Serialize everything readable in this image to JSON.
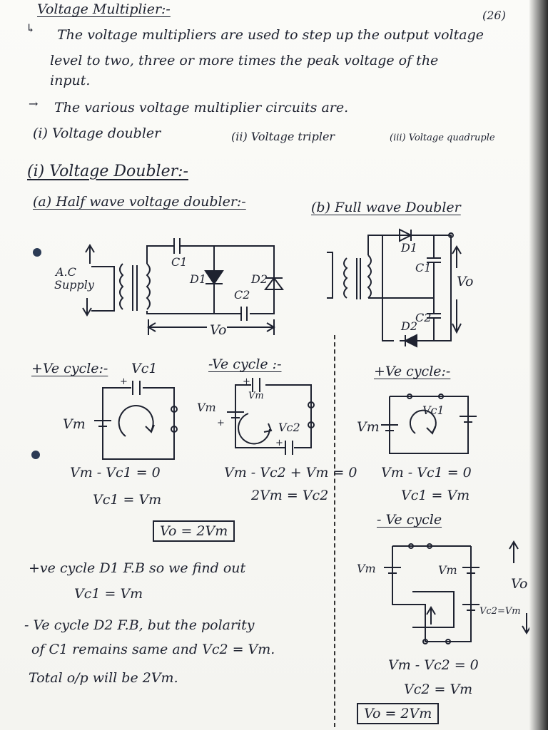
{
  "page": {
    "title": "Voltage Multiplier:-",
    "page_number": "(26)",
    "intro_1": "The voltage multipliers are used to step up the output voltage",
    "intro_2": "level to two, three or more times the peak voltage of the",
    "intro_3": "input.",
    "types_intro": "The various voltage multiplier circuits are.",
    "type_1": "(i) Voltage doubler",
    "type_2": "(ii) Voltage tripler",
    "type_3": "(iii) Voltage quadruple",
    "section_heading": "(i) Voltage Doubler:-",
    "sub_a": "(a) Half wave voltage doubler:-",
    "sub_b": "(b) Full wave Doubler"
  },
  "half_wave": {
    "label_ac": "A.C",
    "label_supply": "Supply",
    "label_c1": "C1",
    "label_d1": "D1",
    "label_d2": "D2",
    "label_c2": "C2",
    "label_vo": "Vo",
    "pos_cycle": {
      "heading": "+Ve cycle:-",
      "vc1": "Vc1",
      "vm": "Vm",
      "eq1": "Vm - Vc1 = 0",
      "eq2": "Vc1 = Vm"
    },
    "neg_cycle": {
      "heading": "-Ve cycle :-",
      "vm_top": "Vm",
      "vm_left": "Vm",
      "vc2": "Vc2",
      "eq1": "Vm - Vc2 + Vm = 0",
      "eq2": "2Vm = Vc2"
    },
    "result": "Vo = 2Vm",
    "note_1a": "+ve cycle D1 F.B so we find out",
    "note_1b": "Vc1 = Vm",
    "note_2a": "- Ve cycle D2 F.B, but the polarity",
    "note_2b": "of C1 remains same and Vc2 = Vm.",
    "note_3": "Total o/p will be 2Vm."
  },
  "full_wave": {
    "label_d1": "D1",
    "label_c1": "C1",
    "label_vo": "Vo",
    "label_c2": "C2",
    "label_d2": "D2",
    "pos_cycle": {
      "heading": "+Ve cycle:-",
      "vm": "Vm",
      "vc1": "Vc1",
      "eq1": "Vm - Vc1 = 0",
      "eq2": "Vc1 = Vm"
    },
    "neg_cycle": {
      "heading": "- Ve cycle",
      "vm_left": "Vm",
      "vm_cap": "Vm",
      "vc2": "Vc2=Vm",
      "vo": "Vo",
      "eq1": "Vm - Vc2 = 0",
      "eq2": "Vc2 = Vm"
    },
    "result": "Vo = 2Vm"
  }
}
